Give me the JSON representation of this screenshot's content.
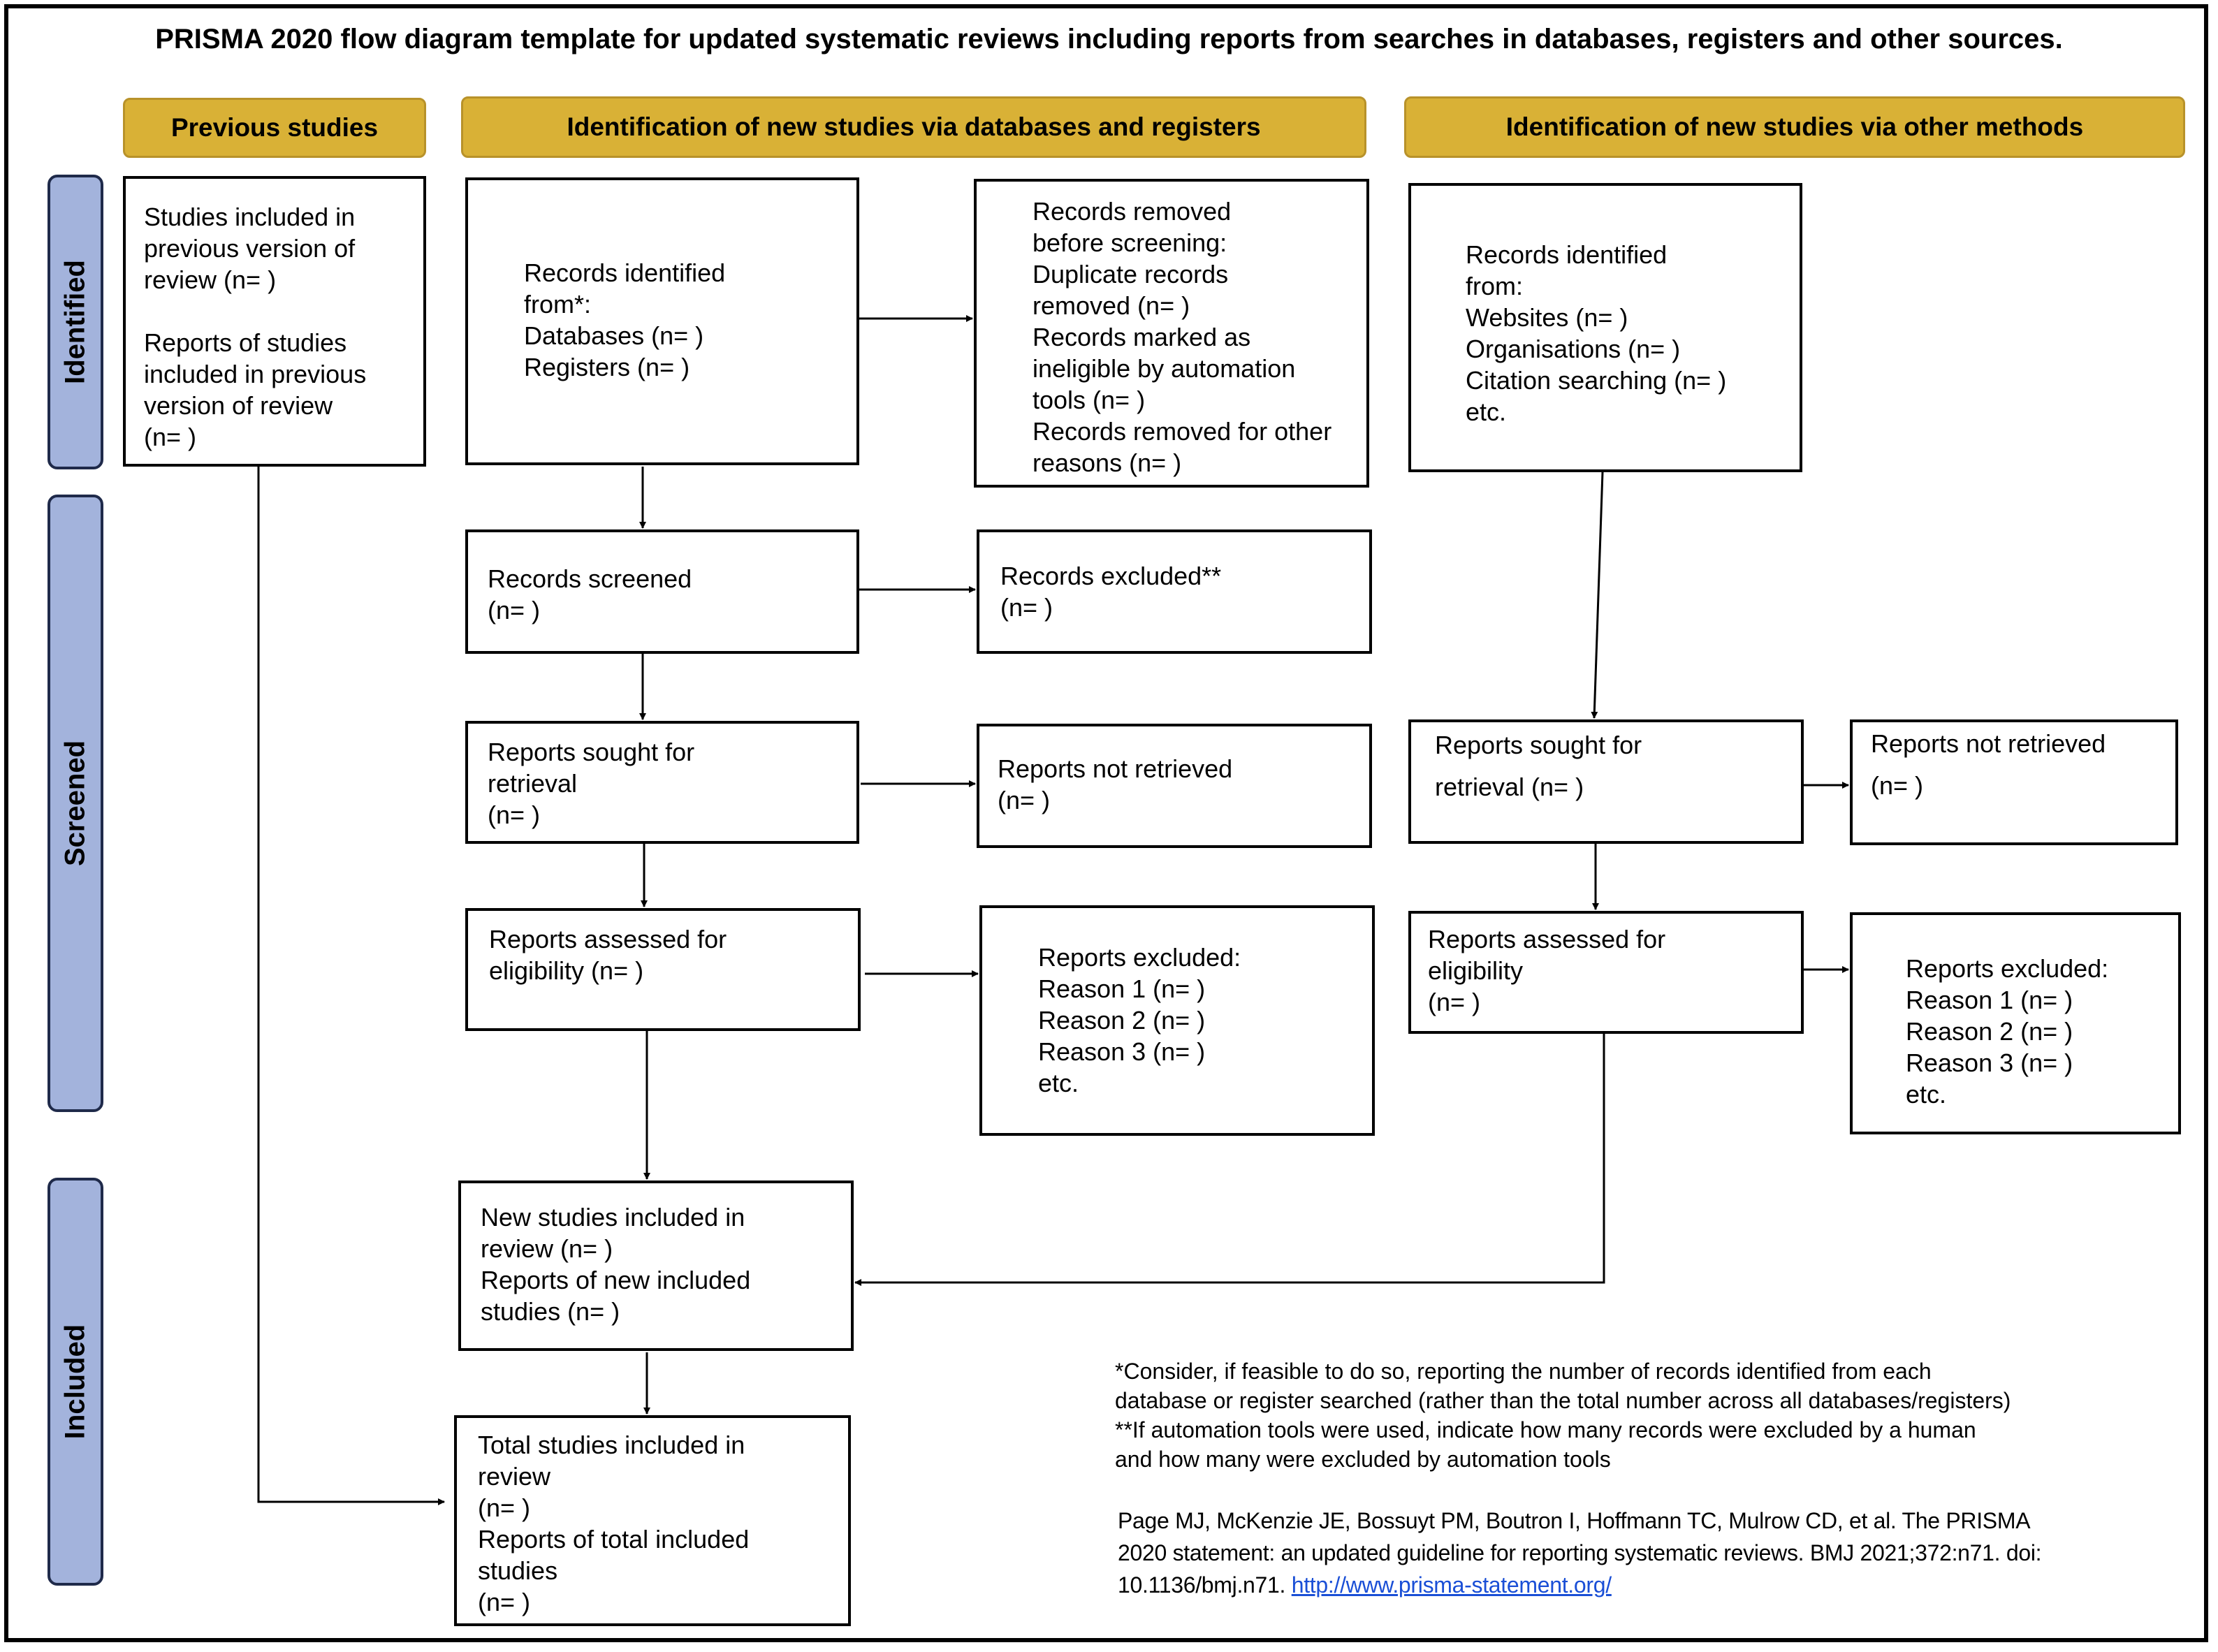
{
  "title": "PRISMA 2020 flow diagram template for updated systematic reviews including reports from searches in databases, registers and other sources.",
  "headers": {
    "previous": "Previous studies",
    "databases": "Identification of new studies via databases and registers",
    "other": "Identification of new studies via other methods"
  },
  "phases": {
    "identified": "Identified",
    "screened": "Screened",
    "included": "Included"
  },
  "boxes": {
    "previous_included": "Studies included in\nprevious version of\nreview (n= )\n\nReports of studies\nincluded in previous\nversion of review\n(n= )",
    "db_identified": "Records identified\nfrom*:\nDatabases (n= )\nRegisters (n= )",
    "db_removed": "Records removed\nbefore screening:\nDuplicate records\nremoved (n= )\nRecords marked as\nineligible by automation\ntools (n= )\nRecords removed for other\nreasons (n= )",
    "db_screened": "Records screened\n(n= )",
    "db_excluded": "Records excluded**\n(n= )",
    "db_sought": "Reports sought for\nretrieval\n(n= )",
    "db_not_retrieved": "Reports not retrieved\n(n= )",
    "db_assessed": "Reports assessed for\neligibility (n= )",
    "db_reports_excluded": "Reports excluded:\nReason 1 (n= )\nReason 2 (n= )\nReason 3 (n= )\netc.",
    "new_included": "New studies included in\nreview (n= )\nReports of new included\nstudies (n= )",
    "total_included": "Total studies included in\nreview\n(n= )\nReports of total included\nstudies\n(n= )",
    "other_identified": "Records identified\nfrom:\nWebsites (n= )\nOrganisations (n= )\nCitation searching (n= )\netc.",
    "other_sought": "Reports sought for\n\nretrieval (n= )",
    "other_not_retrieved": "Reports not retrieved\n\n(n= )",
    "other_assessed": "Reports assessed for\neligibility\n(n= )",
    "other_reports_excluded": "Reports excluded:\nReason 1 (n= )\nReason 2 (n= )\nReason 3 (n= )\netc."
  },
  "footnote": "*Consider, if feasible to do so, reporting the number of records identified from each\ndatabase or register searched (rather than the total number across all databases/registers)\n**If automation tools were used, indicate how many records were excluded by a human\nand how many were excluded by automation tools",
  "reference": {
    "text": "Page MJ, McKenzie JE, Bossuyt PM, Boutron I, Hoffmann TC, Mulrow CD, et al. The PRISMA\n2020 statement: an updated guideline for reporting systematic reviews. BMJ 2021;372:n71. doi:\n10.1136/bmj.n71. ",
    "link": "http://www.prisma-statement.org/"
  },
  "colors": {
    "header_fill": "#d9b136",
    "phase_fill": "#a3b3dc",
    "phase_border": "#1f2a4a",
    "link": "#1a4fd6"
  }
}
